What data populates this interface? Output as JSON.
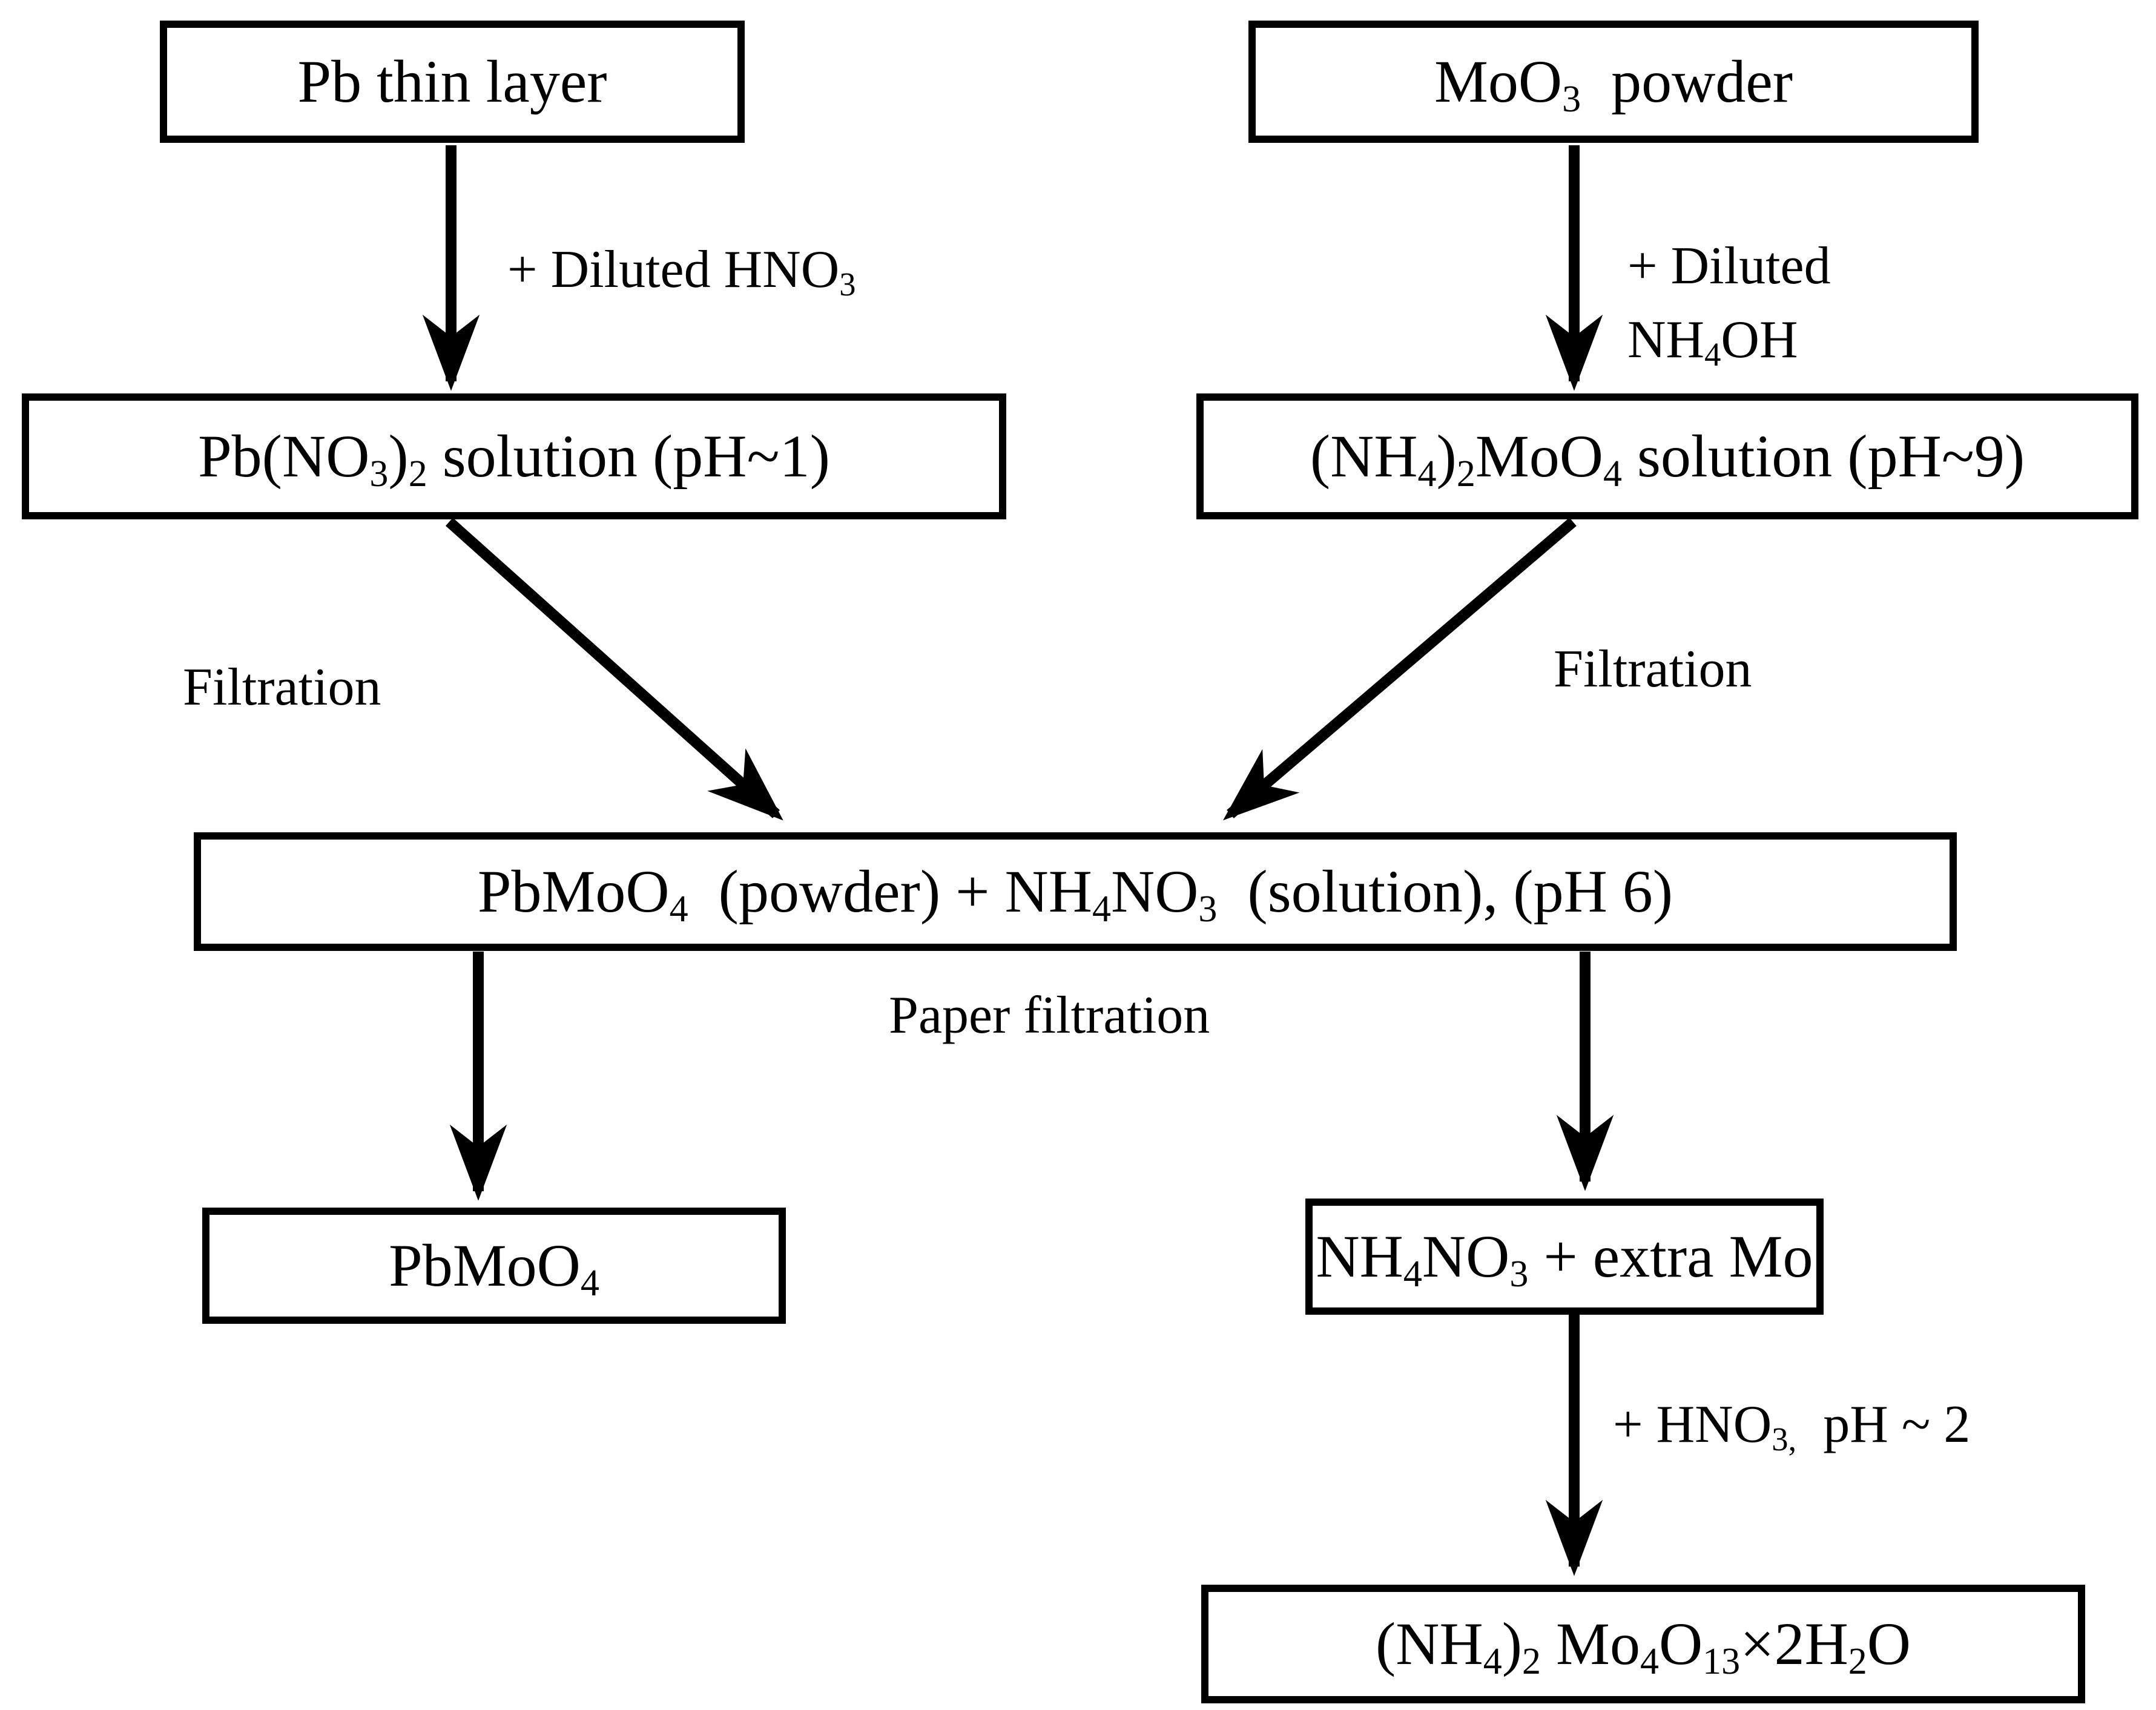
{
  "colors": {
    "ink": "#000000",
    "background": "#ffffff"
  },
  "boxes": {
    "pb_thin_layer": [
      [
        "Pb thin layer",
        ""
      ]
    ],
    "moo3_powder": [
      [
        "MoO",
        ""
      ],
      [
        "3",
        "sub"
      ],
      [
        "  powder",
        ""
      ]
    ],
    "pbno3_solution": [
      [
        "Pb(NO",
        ""
      ],
      [
        "3",
        "sub"
      ],
      [
        ")",
        ""
      ],
      [
        "2",
        "sub"
      ],
      [
        " solution (pH~1)",
        ""
      ]
    ],
    "ammonium_molybdate_solution": [
      [
        "(NH",
        ""
      ],
      [
        "4",
        "sub"
      ],
      [
        ")",
        ""
      ],
      [
        "2",
        "sub"
      ],
      [
        "MoO",
        ""
      ],
      [
        "4",
        "sub"
      ],
      [
        " solution (pH~9)",
        ""
      ]
    ],
    "mixture": [
      [
        "PbMoO",
        ""
      ],
      [
        "4",
        "sub"
      ],
      [
        "  (powder) + NH",
        ""
      ],
      [
        "4",
        "sub"
      ],
      [
        "NO",
        ""
      ],
      [
        "3",
        "sub"
      ],
      [
        "  (solution), (pH 6)",
        ""
      ]
    ],
    "pbmoo4_product": [
      [
        "PbMoO",
        ""
      ],
      [
        "4",
        "sub"
      ]
    ],
    "nh4no3_extra_mo": [
      [
        "NH",
        ""
      ],
      [
        "4",
        "sub"
      ],
      [
        "NO",
        ""
      ],
      [
        "3",
        "sub"
      ],
      [
        " + extra Mo",
        ""
      ]
    ],
    "ammonium_molybdate_hydrate": [
      [
        "(NH",
        ""
      ],
      [
        "4",
        "sub"
      ],
      [
        ")",
        ""
      ],
      [
        "2",
        "sub"
      ],
      [
        " Mo",
        ""
      ],
      [
        "4",
        "sub"
      ],
      [
        "O",
        ""
      ],
      [
        "13",
        "sub"
      ],
      [
        "×2H",
        ""
      ],
      [
        "2",
        "sub"
      ],
      [
        "O",
        ""
      ]
    ]
  },
  "labels": {
    "plus_diluted_hno3": [
      [
        "+ Diluted HNO",
        ""
      ],
      [
        "3",
        "sub"
      ]
    ],
    "plus_diluted": [
      [
        "+ Diluted",
        ""
      ]
    ],
    "nh4oh": [
      [
        "NH",
        ""
      ],
      [
        "4",
        "sub"
      ],
      [
        "OH",
        ""
      ]
    ],
    "filtration_left": [
      [
        "Filtration",
        ""
      ]
    ],
    "filtration_right": [
      [
        "Filtration",
        ""
      ]
    ],
    "paper_filtration": [
      [
        "Paper filtration",
        ""
      ]
    ],
    "plus_hno3_ph2": [
      [
        "+ HNO",
        ""
      ],
      [
        "3,",
        "sub"
      ],
      [
        "  pH ~ 2",
        ""
      ]
    ]
  }
}
